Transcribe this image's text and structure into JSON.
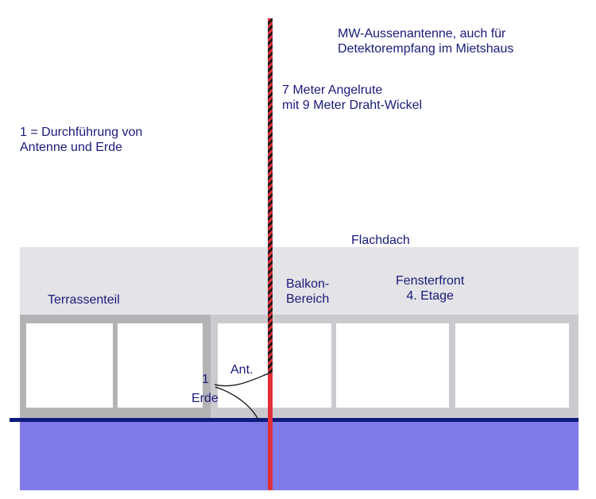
{
  "title": {
    "line1": "MW-Aussenantenne, auch für",
    "line2": "Detektorempfang im Mietshaus"
  },
  "rod": {
    "line1": "7 Meter Angelrute",
    "line2": "mit 9 Meter Draht-Wickel"
  },
  "legend": {
    "line1": "1 = Durchführung von",
    "line2": "Antenne und Erde"
  },
  "labels": {
    "roof": "Flachdach",
    "terrace": "Terrassenteil",
    "balcony_line1": "Balkon-",
    "balcony_line2": "Bereich",
    "windows_line1": "Fensterfront",
    "windows_line2": "4. Etage",
    "antenna": "Ant.",
    "feedthrough": "1",
    "earth": "Erde"
  },
  "colors": {
    "text": "#1a1a7a",
    "roof": "#e3e3e8",
    "frame": "#cbcbcf",
    "terrace_frame": "#b3b3b6",
    "building": "#7f7ae8",
    "floor_line": "#0e1a7c",
    "rod_black": "#1a1a1a",
    "rod_red": "#e0303a"
  }
}
